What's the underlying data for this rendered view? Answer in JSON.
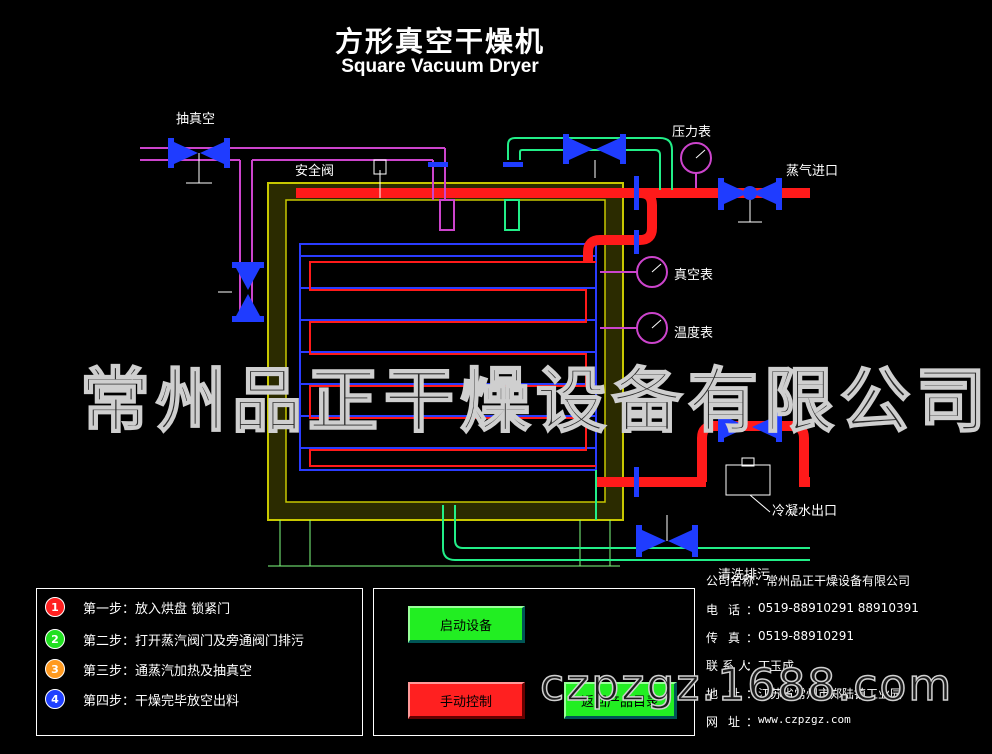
{
  "header": {
    "title_cn": "方形真空干燥机",
    "title_en": "Square Vacuum Dryer"
  },
  "diagram_labels": {
    "vacuum_pump": "抽真空",
    "safety_valve": "安全阀",
    "pressure_gauge": "压力表",
    "steam_inlet": "蒸气进口",
    "vacuum_gauge": "真空表",
    "temperature_gauge": "温度表",
    "condensate_outlet": "冷凝水出口",
    "drain": "清洗排污"
  },
  "watermark": "常州品正干燥设备有限公司",
  "steps": [
    {
      "num": "1",
      "color": "#ff2020",
      "text": "第一步：放入烘盘 锁紧门"
    },
    {
      "num": "2",
      "color": "#20e020",
      "text": "第二步：打开蒸汽阀门及旁通阀门排污"
    },
    {
      "num": "3",
      "color": "#ff9a20",
      "text": "第三步：通蒸汽加热及抽真空"
    },
    {
      "num": "4",
      "color": "#2040ff",
      "text": "第四步：干燥完毕放空出料"
    }
  ],
  "buttons": {
    "start": {
      "label": "启动设备",
      "color": "#22ee22"
    },
    "manual": {
      "label": "手动控制",
      "color": "#ff2020"
    },
    "back": {
      "label": "返回产品目录",
      "color": "#22ee22"
    }
  },
  "company": {
    "name_key": "公司名称",
    "name": "常州品正干燥设备有限公司",
    "phone_key": "电话",
    "phone": "0519-88910291 88910391",
    "fax_key": "传真",
    "fax": "0519-88910291",
    "contact_key": "联系人",
    "contact": "丁玉成",
    "address_key": "地址",
    "address": "江苏省常州市郑陆镇工业园",
    "web_key": "网址",
    "web": "www.czpzgz.com"
  },
  "site_watermark": "czpzgz.1688.com",
  "colors": {
    "steam_pipe": "#ff1a1a",
    "vacuum_pipe": "#cc44cc",
    "water_pipe": "#22ee88",
    "valve": "#1f3cff",
    "insulation": "#c8c800",
    "shelf": "#2a3cff"
  }
}
